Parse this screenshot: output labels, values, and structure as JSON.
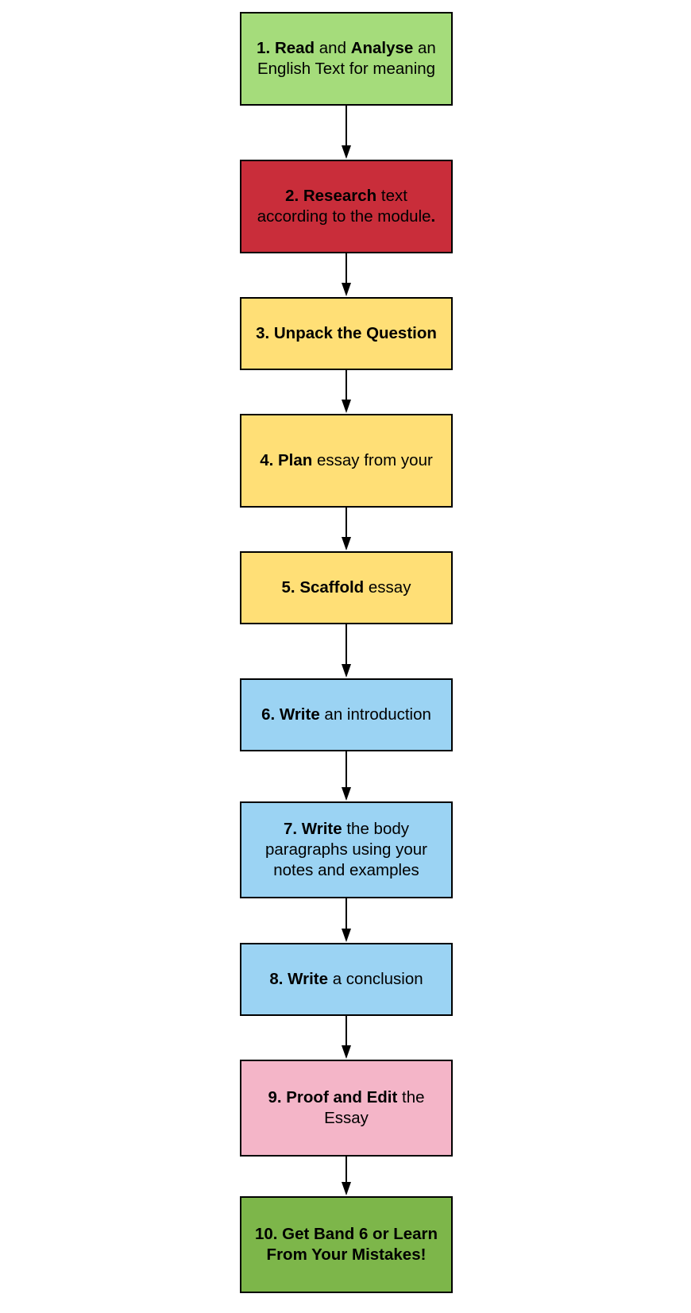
{
  "steps": [
    {
      "id": "read-analyse",
      "color": "#a5dc7b",
      "parts": [
        {
          "text": "1. Read",
          "bold": true
        },
        {
          "text": " and ",
          "bold": false
        },
        {
          "text": "Analyse",
          "bold": true
        },
        {
          "text": " an English Text for meaning",
          "bold": false
        }
      ]
    },
    {
      "id": "research",
      "color": "#c92d3a",
      "parts": [
        {
          "text": "2. Research",
          "bold": true
        },
        {
          "text": " text according to the module",
          "bold": false
        },
        {
          "text": ".",
          "bold": true
        }
      ]
    },
    {
      "id": "unpack-question",
      "color": "#ffdf76",
      "parts": [
        {
          "text": "3. Unpack the Question",
          "bold": true
        }
      ]
    },
    {
      "id": "plan",
      "color": "#ffdf76",
      "parts": [
        {
          "text": "4. Plan",
          "bold": true
        },
        {
          "text": " essay from your",
          "bold": false
        }
      ]
    },
    {
      "id": "scaffold",
      "color": "#ffdf76",
      "parts": [
        {
          "text": "5. Scaffold",
          "bold": true
        },
        {
          "text": " essay",
          "bold": false
        }
      ]
    },
    {
      "id": "write-introduction",
      "color": "#9bd3f3",
      "parts": [
        {
          "text": "6. Write",
          "bold": true
        },
        {
          "text": " an introduction",
          "bold": false
        }
      ]
    },
    {
      "id": "write-body",
      "color": "#9bd3f3",
      "parts": [
        {
          "text": "7. Write",
          "bold": true
        },
        {
          "text": " the body paragraphs using your notes and examples",
          "bold": false
        }
      ]
    },
    {
      "id": "write-conclusion",
      "color": "#9bd3f3",
      "parts": [
        {
          "text": "8. Write",
          "bold": true
        },
        {
          "text": " a conclusion",
          "bold": false
        }
      ]
    },
    {
      "id": "proof-edit",
      "color": "#f4b5c8",
      "parts": [
        {
          "text": "9. Proof and Edit",
          "bold": true
        },
        {
          "text": " the Essay",
          "bold": false
        }
      ]
    },
    {
      "id": "band-6",
      "color": "#7db64a",
      "parts": [
        {
          "text": "10. Get Band 6 or Learn From Your Mistakes!",
          "bold": true
        }
      ]
    }
  ]
}
